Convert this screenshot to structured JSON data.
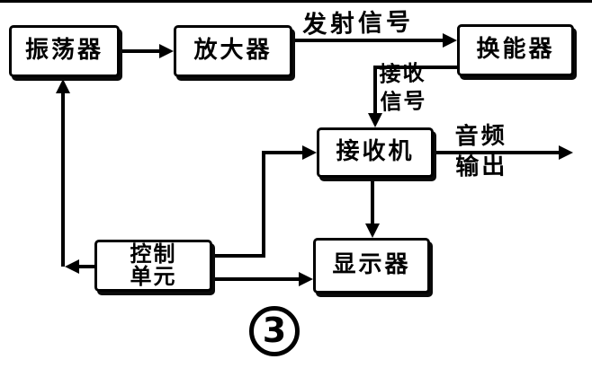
{
  "figure": {
    "number": "3",
    "colors": {
      "ink": "#000000",
      "background": "#ffffff"
    },
    "nodes": {
      "oscillator": {
        "label": "振荡器"
      },
      "amplifier": {
        "label": "放大器"
      },
      "transducer": {
        "label": "换能器"
      },
      "receiver": {
        "label": "接收机"
      },
      "control_unit": {
        "label_line1": "控制",
        "label_line2": "单元"
      },
      "display": {
        "label": "显示器"
      }
    },
    "edge_labels": {
      "transmit_signal": "发射信号",
      "receive_signal": "接收\n信号",
      "audio_output": "音频\n输出"
    },
    "edges": [
      {
        "from": "oscillator",
        "to": "amplifier"
      },
      {
        "from": "amplifier",
        "to": "transducer",
        "label": "发射信号"
      },
      {
        "from": "transducer",
        "to": "receiver",
        "label": "接收信号"
      },
      {
        "from": "receiver",
        "to": "audio-output",
        "label": "音频输出"
      },
      {
        "from": "receiver",
        "to": "display"
      },
      {
        "from": "control_unit",
        "to": "oscillator"
      },
      {
        "from": "control_unit",
        "to": "receiver"
      },
      {
        "from": "control_unit",
        "to": "display"
      }
    ]
  }
}
